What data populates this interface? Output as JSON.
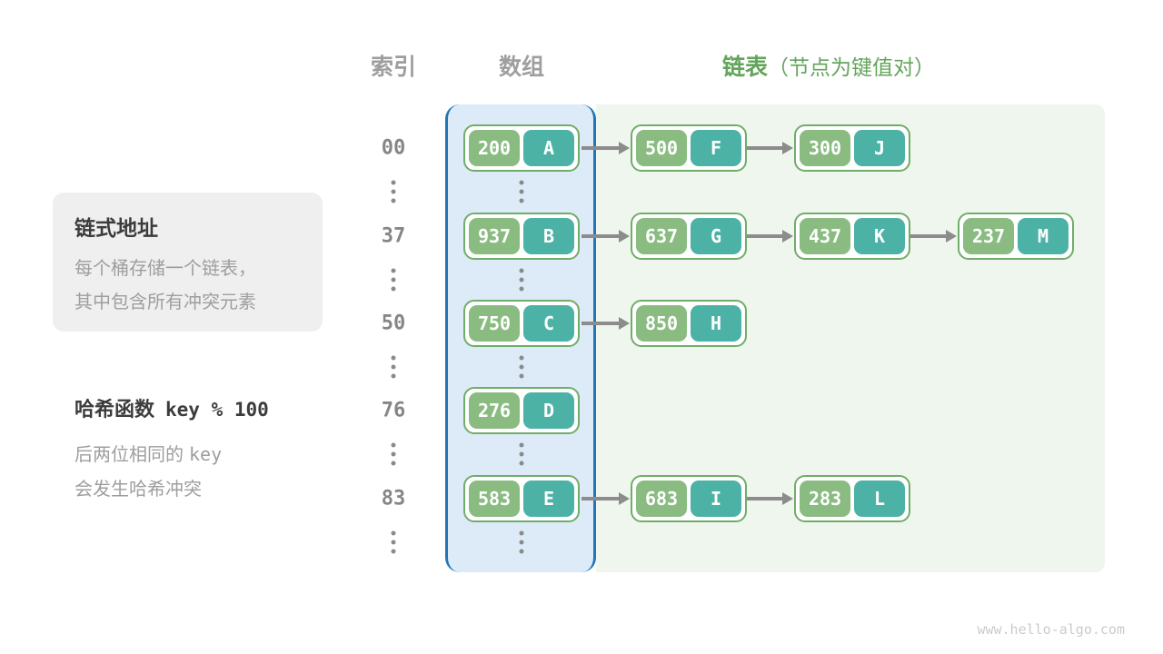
{
  "page": {
    "watermark": "www.hello-algo.com",
    "background": "#ffffff"
  },
  "headers": {
    "index": "索引",
    "array": "数组",
    "list": "链表",
    "list_note": "（节点为键值对）"
  },
  "info_box": {
    "title": "链式地址",
    "line1": "每个桶存储一个链表，",
    "line2": "其中包含所有冲突元素"
  },
  "hash_note": {
    "label": "哈希函数",
    "formula": "key % 100",
    "line1_prefix": "后两位相同的",
    "line1_code": "key",
    "line2": "会发生哈希冲突"
  },
  "colors": {
    "key_cell": "#8abc82",
    "value_cell": "#4db2a6",
    "node_border": "#70ad68",
    "array_column_fill": "#dcebf7",
    "array_column_border": "#2176b5",
    "list_panel_fill": "#eff6ee",
    "header_gray": "#9e9e9e",
    "header_green": "#63a55c",
    "arrow": "#8c8c8c"
  },
  "rows": [
    {
      "index": "00",
      "array": {
        "key": "200",
        "val": "A"
      },
      "list": [
        {
          "key": "500",
          "val": "F"
        },
        {
          "key": "300",
          "val": "J"
        }
      ]
    },
    {
      "index": "37",
      "array": {
        "key": "937",
        "val": "B"
      },
      "list": [
        {
          "key": "637",
          "val": "G"
        },
        {
          "key": "437",
          "val": "K"
        },
        {
          "key": "237",
          "val": "M"
        }
      ]
    },
    {
      "index": "50",
      "array": {
        "key": "750",
        "val": "C"
      },
      "list": [
        {
          "key": "850",
          "val": "H"
        }
      ]
    },
    {
      "index": "76",
      "array": {
        "key": "276",
        "val": "D"
      },
      "list": []
    },
    {
      "index": "83",
      "array": {
        "key": "583",
        "val": "E"
      },
      "list": [
        {
          "key": "683",
          "val": "I"
        },
        {
          "key": "283",
          "val": "L"
        }
      ]
    }
  ]
}
